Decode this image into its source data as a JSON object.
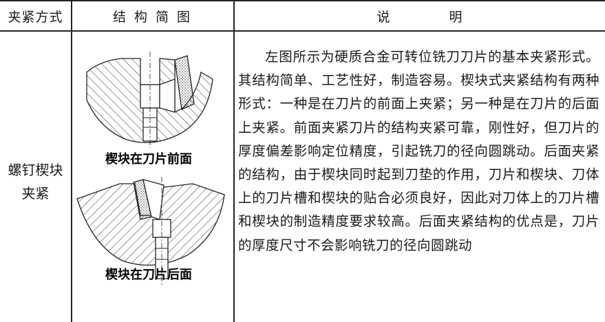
{
  "header": {
    "method": "夹紧方式",
    "diagram": "结 构 简 图",
    "description": "说 明"
  },
  "row": {
    "method_line1": "螺钉楔块",
    "method_line2": "夹紧",
    "caption_top": "楔块在刀片前面",
    "caption_bottom": "楔块在刀片后面",
    "description": "左图所示为硬质合金可转位铣刀刀片的基本夹紧形式。其结构简单、工艺性好，制造容易。楔块式夹紧结构有两种形式：一种是在刀片的前面上夹紧；另一种是在刀片的后面上夹紧。前面夹紧刀片的结构夹紧可靠，刚性好，但刀片的厚度偏差影响定位精度，引起铣刀的径向圆跳动。后面夹紧的结构，由于楔块同时起到刀垫的作用，刀片和楔块、刀体上的刀片槽和楔块的贴合必须良好，因此对刀体上的刀片槽和楔块的制造精度要求较高。后面夹紧结构的优点是，刀片的厚度尺寸不会影响铣刀的径向圆跳动"
  }
}
